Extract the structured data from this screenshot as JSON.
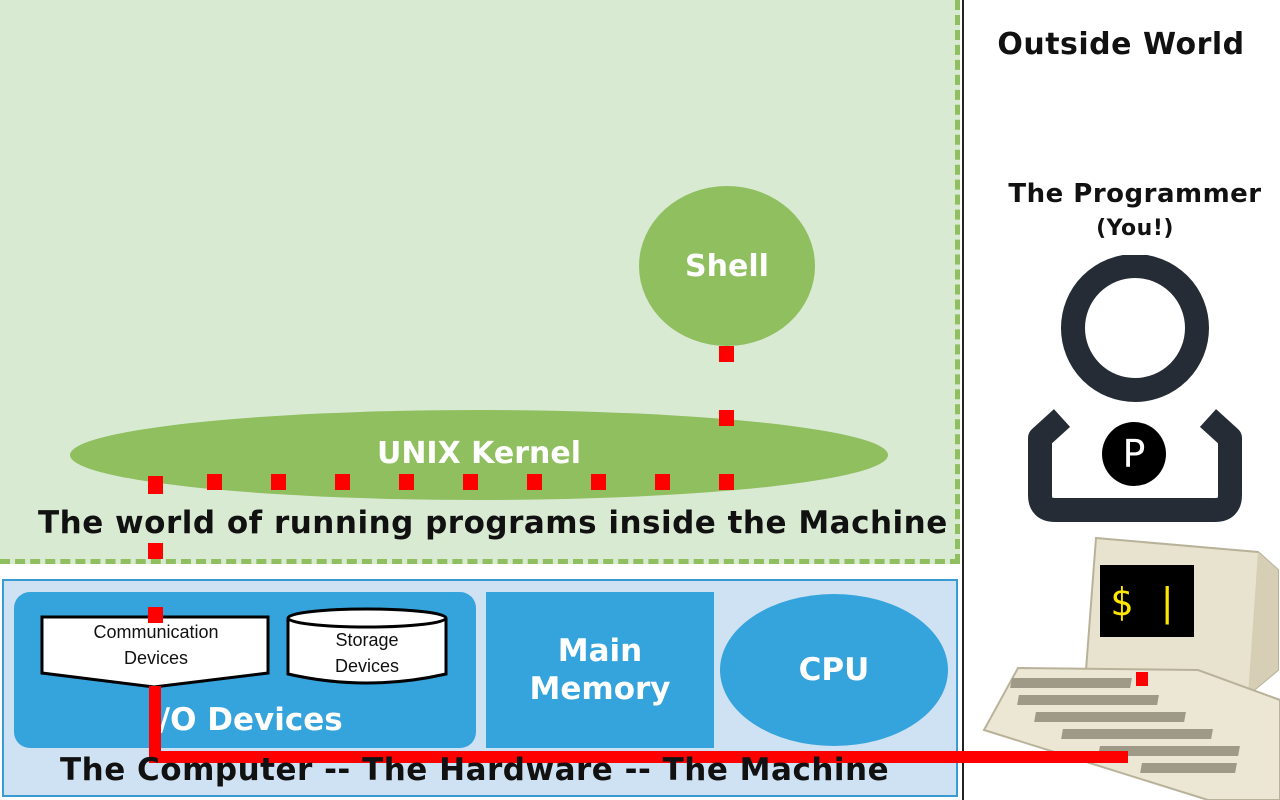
{
  "regions": {
    "running_world": "The world of running programs inside the Machine",
    "hardware": "The Computer -- The Hardware -- The Machine",
    "outside": "Outside World"
  },
  "nodes": {
    "shell": "Shell",
    "kernel": "UNIX Kernel",
    "io_devices": "I/O Devices",
    "communication_devices": "Communication Devices",
    "storage_devices": "Storage Devices",
    "main_memory": "Main Memory",
    "cpu": "CPU"
  },
  "programmer": {
    "title": "The Programmer",
    "subtitle": "(You!)",
    "badge": "P"
  },
  "terminal": {
    "prompt": "$ |"
  },
  "colors": {
    "running_world_bg": "#d9ead3",
    "kernel_green": "#8fbf5f",
    "hardware_bg": "#cfe2f3",
    "hardware_blue": "#35a3dc",
    "connection_red": "#ff0000",
    "prompt_yellow": "#ffe600"
  }
}
